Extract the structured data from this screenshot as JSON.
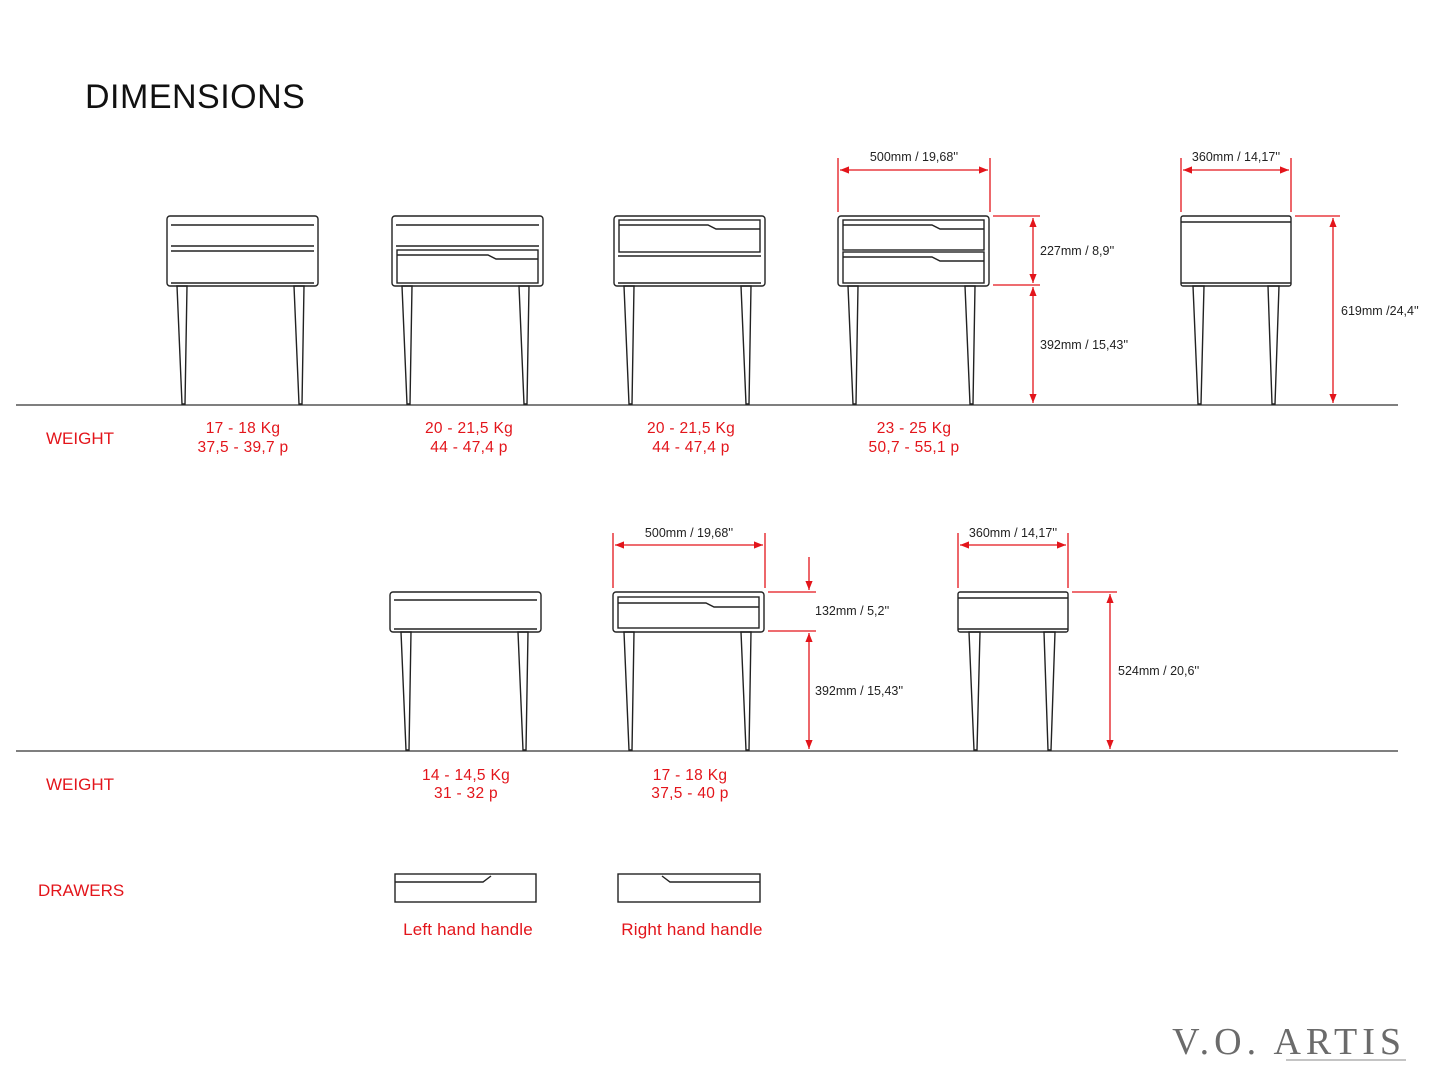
{
  "title": "DIMENSIONS",
  "colors": {
    "accent": "#e3151b",
    "line": "#222222",
    "text": "#111111"
  },
  "row1": {
    "section_label": "WEIGHT",
    "weights": [
      {
        "kg": "17 - 18 Kg",
        "lb": "37,5 - 39,7 p"
      },
      {
        "kg": "20 - 21,5 Kg",
        "lb": "44 - 47,4 p"
      },
      {
        "kg": "20 - 21,5 Kg",
        "lb": "44 - 47,4 p"
      },
      {
        "kg": "23 - 25 Kg",
        "lb": "50,7 - 55,1 p"
      }
    ],
    "dims": {
      "width_front": "500mm / 19,68''",
      "width_side": "360mm / 14,17''",
      "body_height": "227mm / 8,9''",
      "leg_height": "392mm / 15,43''",
      "total_height": "619mm /24,4''"
    }
  },
  "row2": {
    "section_label": "WEIGHT",
    "weights": [
      {
        "kg": "14 - 14,5 Kg",
        "lb": "31 - 32 p"
      },
      {
        "kg": "17 - 18 Kg",
        "lb": "37,5 - 40 p"
      }
    ],
    "dims": {
      "width_front": "500mm / 19,68''",
      "width_side": "360mm / 14,17''",
      "body_height": "132mm / 5,2''",
      "leg_height": "392mm / 15,43''",
      "total_height": "524mm / 20,6''"
    }
  },
  "drawers": {
    "section_label": "DRAWERS",
    "left_caption": "Left hand handle",
    "right_caption": "Right hand handle"
  },
  "brand": "V.O. ARTIS"
}
